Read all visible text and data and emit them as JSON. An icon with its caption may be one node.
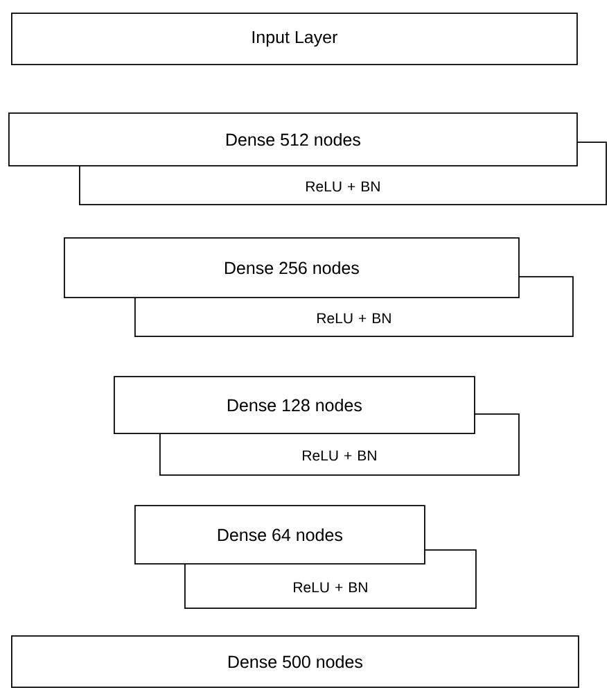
{
  "diagram": {
    "nodes": [
      {
        "text": [
          "Input Layer"
        ]
      },
      {
        "text": [
          "Dense 512 nodes"
        ]
      },
      {
        "text": [
          "ReLU + BN"
        ]
      },
      {
        "text": [
          "Dense 256 nodes"
        ]
      },
      {
        "text": [
          "ReLU + BN"
        ]
      },
      {
        "text": [
          "Dense 128 nodes"
        ]
      },
      {
        "text": [
          "ReLU + BN"
        ]
      },
      {
        "text": [
          "Dense 64 nodes"
        ]
      },
      {
        "text": [
          "ReLU + BN"
        ]
      },
      {
        "text": [
          "Dense 500 nodes"
        ]
      }
    ]
  }
}
